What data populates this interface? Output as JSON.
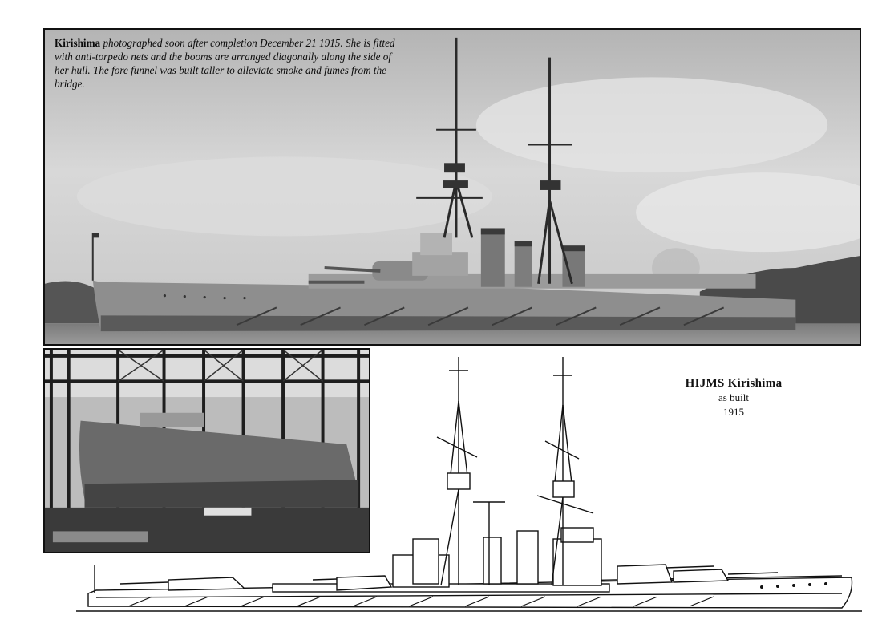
{
  "photo_caption": {
    "ship_name": "Kirishima",
    "text": " photographed soon after completion December 21 1915. She is fitted with anti-torpedo nets and the booms are arranged diagonally along the side of her hull. The fore funnel was built taller to alleviate smoke and fumes from the bridge."
  },
  "profile_drawing": {
    "title": "HIJMS  Kirishima",
    "subtitle": "as built",
    "year": "1915"
  }
}
